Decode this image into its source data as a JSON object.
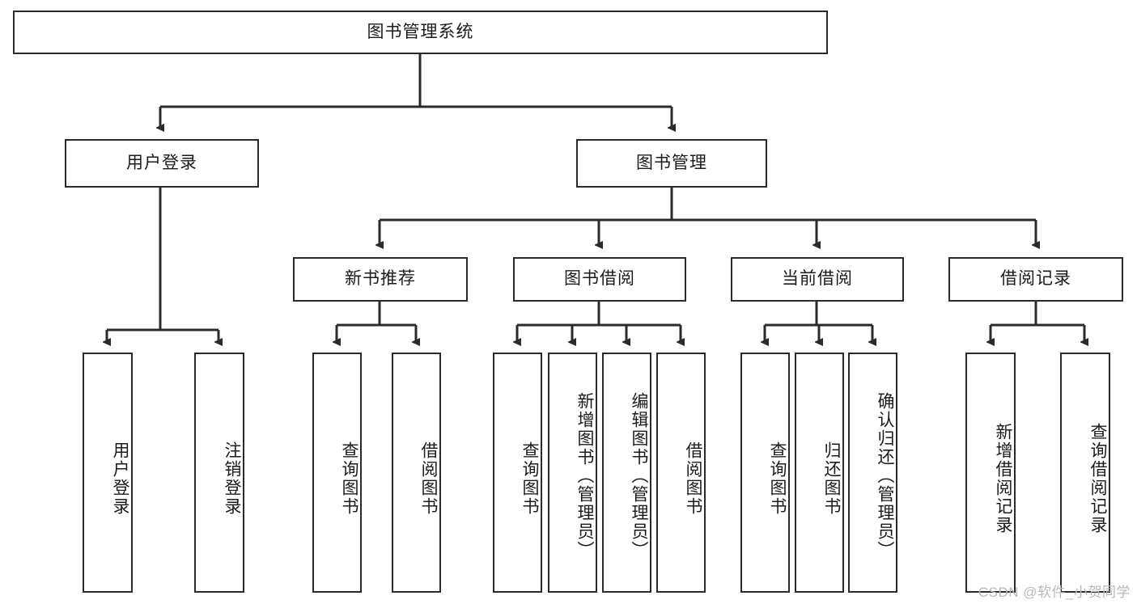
{
  "diagram": {
    "type": "tree-flowchart",
    "title": "图书管理系统",
    "background_color": "#ffffff",
    "line_color": "#2b2b2b",
    "text_color": "#1b1b1b",
    "levels": {
      "root": {
        "label": "图书管理系统"
      },
      "level2": [
        {
          "id": "user-login",
          "label": "用户登录"
        },
        {
          "id": "book-management",
          "label": "图书管理"
        }
      ],
      "level3": [
        {
          "id": "new-book-recommend",
          "label": "新书推荐"
        },
        {
          "id": "book-borrow",
          "label": "图书借阅"
        },
        {
          "id": "current-borrow",
          "label": "当前借阅"
        },
        {
          "id": "borrow-record",
          "label": "借阅记录"
        }
      ],
      "leaves": {
        "user_login": [
          {
            "id": "leaf-user-login",
            "label": "用户登录"
          },
          {
            "id": "leaf-logout",
            "label": "注销登录"
          }
        ],
        "new_book_recommend": [
          {
            "id": "leaf-query-book-1",
            "label": "查询图书"
          },
          {
            "id": "leaf-borrow-book-1",
            "label": "借阅图书"
          }
        ],
        "book_borrow": [
          {
            "id": "leaf-query-book-2",
            "label": "查询图书"
          },
          {
            "id": "leaf-add-book",
            "label": "新增图书（管理员）"
          },
          {
            "id": "leaf-edit-book",
            "label": "编辑图书（管理员）"
          },
          {
            "id": "leaf-borrow-book-2",
            "label": "借阅图书"
          }
        ],
        "current_borrow": [
          {
            "id": "leaf-query-book-3",
            "label": "查询图书"
          },
          {
            "id": "leaf-return-book",
            "label": "归还图书"
          },
          {
            "id": "leaf-confirm-return",
            "label": "确认归还（管理员）"
          }
        ],
        "borrow_record": [
          {
            "id": "leaf-add-record",
            "label": "新增借阅记录"
          },
          {
            "id": "leaf-query-record",
            "label": "查询借阅记录"
          }
        ]
      }
    }
  },
  "watermark": {
    "text": "CSDN @软件_小贺同学"
  }
}
